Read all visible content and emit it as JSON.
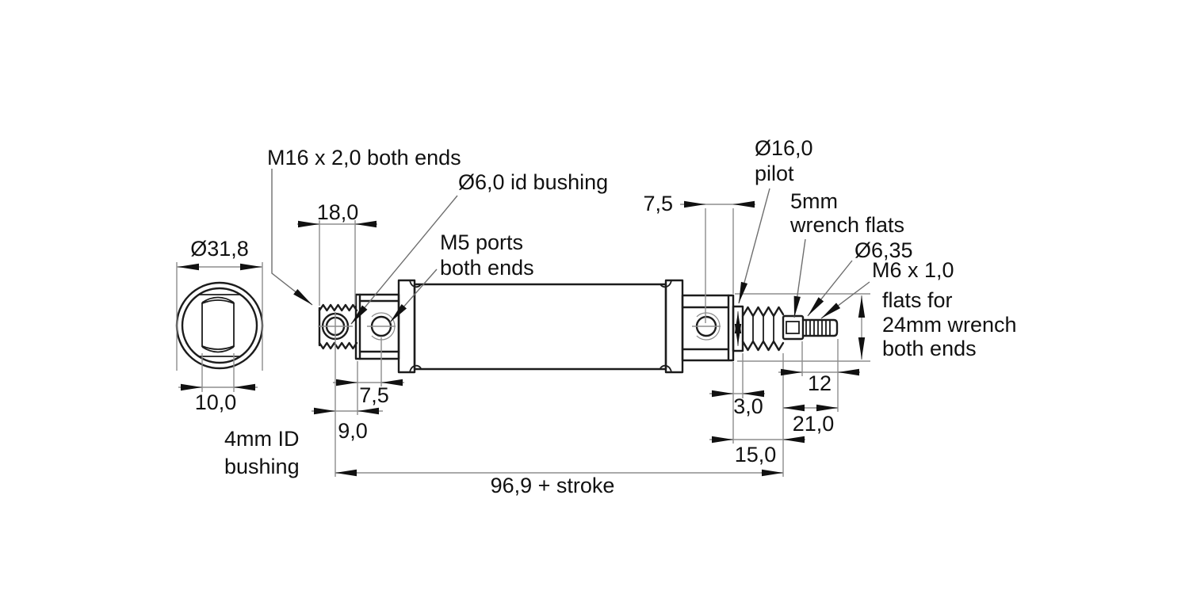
{
  "end_view": {
    "od_dim": "Ø31,8",
    "flats_dim": "10,0",
    "caption": {
      "line1": "4mm ID",
      "line2": "bushing"
    }
  },
  "side_view": {
    "callouts": {
      "left_thread": "M16 x 2,0 both ends",
      "rod_bushing": "Ø6,0 id bushing",
      "ports_l1": "M5 ports",
      "ports_l2": "both ends",
      "pilot_l1": "Ø16,0",
      "pilot_l2": "pilot",
      "wrench5_l1": "5mm",
      "wrench5_l2": "wrench flats",
      "rod_dia": "Ø6,35",
      "rod_thread": "M6 x 1,0",
      "capflats_l1": "flats for",
      "capflats_l2": "24mm wrench",
      "capflats_l3": "both ends"
    },
    "dims": {
      "left_thread_len": "18,0",
      "left_port_offset": "7,5",
      "left_bushing_offset": "9,0",
      "right_port_offset": "7,5",
      "pilot_len": "3,0",
      "rod_thread_len": "12",
      "rod_ext": "21,0",
      "nose_len": "15,0",
      "body_len": "96,9 + stroke"
    }
  },
  "colors": {
    "outline": "#1c1c1c",
    "dimension_lines": "#8d8d8d",
    "arrowheads": "#111111",
    "background": "#ffffff"
  }
}
